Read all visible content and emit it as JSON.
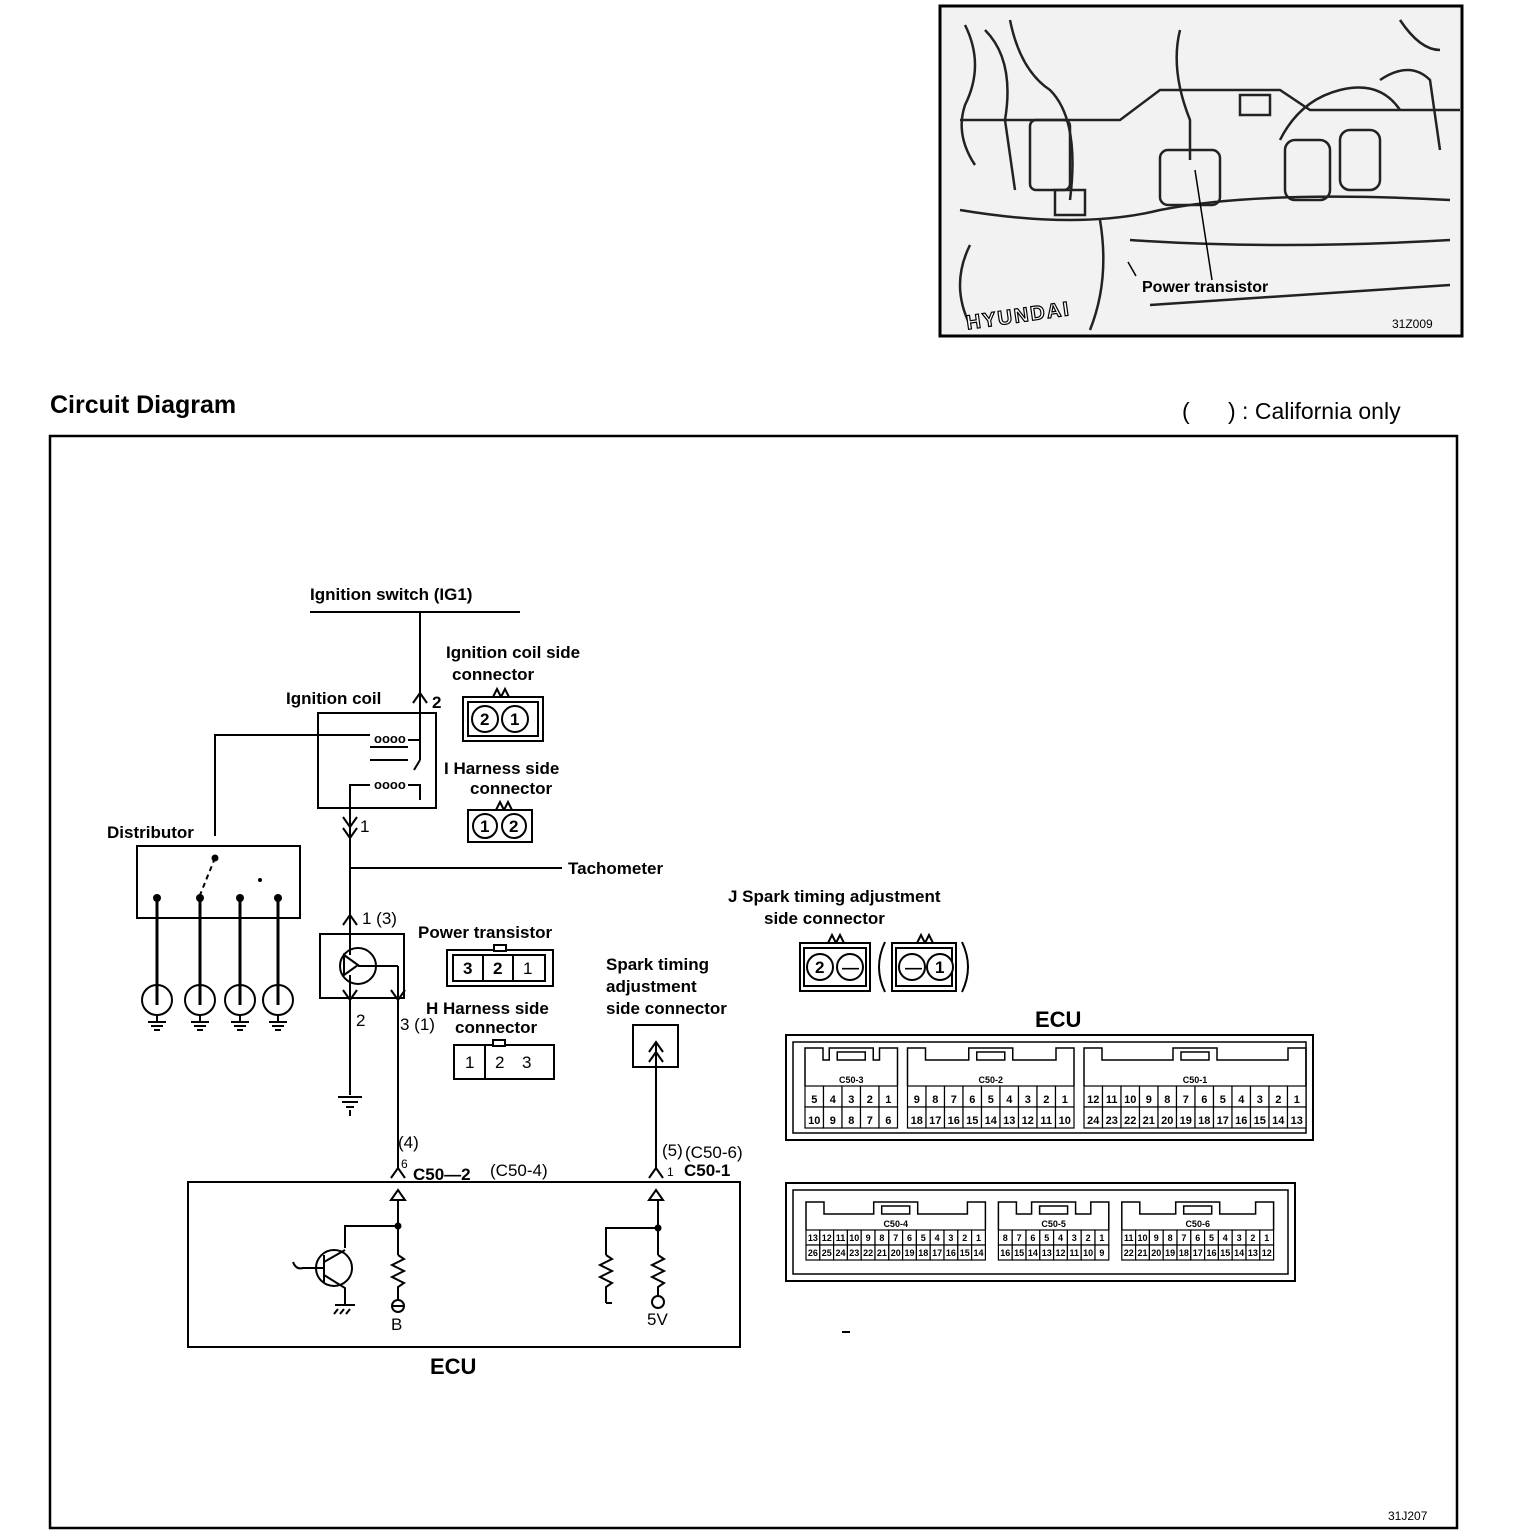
{
  "photo": {
    "callout": "Power transistor",
    "badge": "HYUNDAI",
    "code": "31Z009"
  },
  "header": {
    "title": "Circuit Diagram",
    "note": "(      ) : California only"
  },
  "labels": {
    "ignition_switch": "Ignition switch (IG1)",
    "ignition_coil": "Ignition coil",
    "coil_conn_line1": "Ignition coil side",
    "coil_conn_line2": "connector",
    "harness_i_line1": "I  Harness side",
    "harness_i_line2": "connector",
    "distributor": "Distributor",
    "tachometer": "Tachometer",
    "power_transistor": "Power transistor",
    "harness_h_line1": "H  Harness side",
    "harness_h_line2": "connector",
    "spark_line1": "Spark timing",
    "spark_line2": "adjustment",
    "spark_line3": "side connector",
    "j_line1": "J  Spark timing adjustment",
    "j_line2": "side connector",
    "ecu_top": "ECU",
    "ecu_bottom": "ECU",
    "b": "B",
    "five_v": "5V",
    "code": "31J207"
  },
  "pins": {
    "coil_top": "2",
    "coil_bottom": "1",
    "pt_top": "1 (3)",
    "pt_left": "2",
    "pt_right": "3 (1)",
    "ecu_left_paren": "(4)",
    "ecu_left_num": "6",
    "ecu_left_main": "C50—2",
    "ecu_left_alt": "(C50-4)",
    "ecu_right_paren": "(5)",
    "ecu_right_alt": "(C50-6)",
    "ecu_right_num": "1",
    "ecu_right_main": "C50-1"
  },
  "connectors": {
    "coil_side": [
      "2",
      "1"
    ],
    "harness_i": [
      "1",
      "2"
    ],
    "power_transistor": [
      "3",
      "2",
      "1"
    ],
    "harness_h": [
      "1",
      "2",
      "3"
    ],
    "j_left": [
      "2",
      "—"
    ],
    "j_right": [
      "—",
      "1"
    ]
  },
  "ecu_connectors_top": [
    {
      "name": "C50-3",
      "row1": [
        "5",
        "4",
        "3",
        "2",
        "1"
      ],
      "row2": [
        "10",
        "9",
        "8",
        "7",
        "6"
      ]
    },
    {
      "name": "C50-2",
      "row1": [
        "9",
        "8",
        "7",
        "6",
        "5",
        "4",
        "3",
        "2",
        "1"
      ],
      "row2": [
        "18",
        "17",
        "16",
        "15",
        "14",
        "13",
        "12",
        "11",
        "10"
      ]
    },
    {
      "name": "C50-1",
      "row1": [
        "12",
        "11",
        "10",
        "9",
        "8",
        "7",
        "6",
        "5",
        "4",
        "3",
        "2",
        "1"
      ],
      "row2": [
        "24",
        "23",
        "22",
        "21",
        "20",
        "19",
        "18",
        "17",
        "16",
        "15",
        "14",
        "13"
      ]
    }
  ],
  "ecu_connectors_bottom": [
    {
      "name": "C50-4",
      "row1": [
        "13",
        "12",
        "11",
        "10",
        "9",
        "8",
        "7",
        "6",
        "5",
        "4",
        "3",
        "2",
        "1"
      ],
      "row2": [
        "26",
        "25",
        "24",
        "23",
        "22",
        "21",
        "20",
        "19",
        "18",
        "17",
        "16",
        "15",
        "14"
      ]
    },
    {
      "name": "C50-5",
      "row1": [
        "8",
        "7",
        "6",
        "5",
        "4",
        "3",
        "2",
        "1"
      ],
      "row2": [
        "16",
        "15",
        "14",
        "13",
        "12",
        "11",
        "10",
        "9"
      ]
    },
    {
      "name": "C50-6",
      "row1": [
        "11",
        "10",
        "9",
        "8",
        "7",
        "6",
        "5",
        "4",
        "3",
        "2",
        "1"
      ],
      "row2": [
        "22",
        "21",
        "20",
        "19",
        "18",
        "17",
        "16",
        "15",
        "14",
        "13",
        "12"
      ]
    }
  ]
}
